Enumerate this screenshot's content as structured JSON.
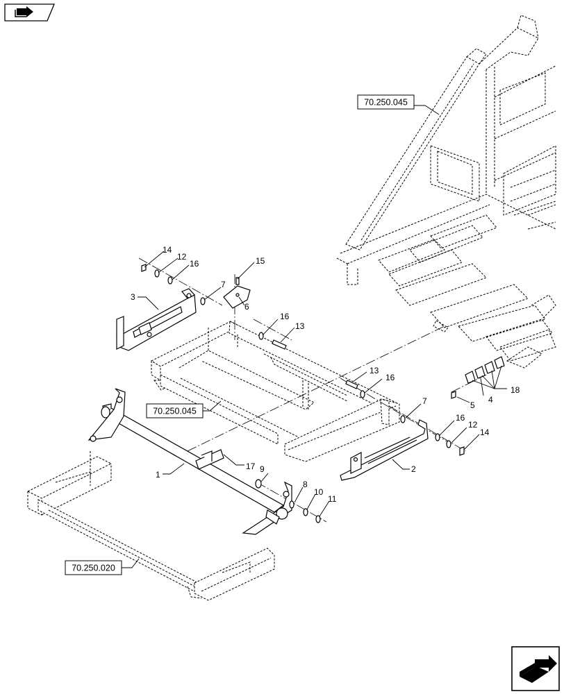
{
  "callouts": {
    "c1": "1",
    "c2": "2",
    "c3": "3",
    "c4": "4",
    "c5": "5",
    "c6": "6",
    "c7a": "7",
    "c7b": "7",
    "c8": "8",
    "c9": "9",
    "c10": "10",
    "c11": "11",
    "c12a": "12",
    "c12b": "12",
    "c13a": "13",
    "c13b": "13",
    "c14a": "14",
    "c14b": "14",
    "c15": "15",
    "c16a": "16",
    "c16b": "16",
    "c16c": "16",
    "c16d": "16",
    "c17": "17",
    "c18": "18"
  },
  "references": {
    "ref_top": "70.250.045",
    "ref_mid": "70.250.045",
    "ref_bottom": "70.250.020"
  },
  "icons": {
    "top_left": "previous-page-arrow-icon",
    "bottom_right": "next-page-arrow-icon"
  }
}
